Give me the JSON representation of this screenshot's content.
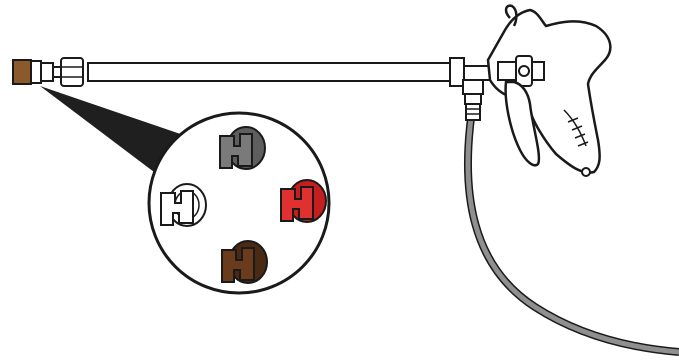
{
  "illustration": {
    "subject": "spray-gun-with-wand-and-nozzle-tips",
    "nozzle_tips": [
      {
        "name": "gray",
        "color": "#6b6b6b"
      },
      {
        "name": "white",
        "color": "#ffffff"
      },
      {
        "name": "red",
        "color": "#d42a2a"
      },
      {
        "name": "brown",
        "color": "#5a3319"
      }
    ],
    "colors": {
      "outline": "#1a1a1a",
      "hose": "#8f8f8f",
      "brass_fitting": "#8a5a2b",
      "callout_wedge": "#1f1f1f"
    }
  }
}
